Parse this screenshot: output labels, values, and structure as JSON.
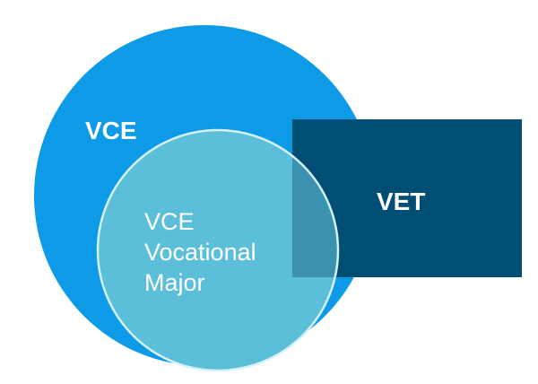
{
  "diagram": {
    "vce_label": "VCE",
    "vet_label": "VET",
    "vocational_major_label": {
      "line1": "VCE",
      "line2": "Vocational",
      "line3": "Major"
    }
  },
  "colors": {
    "vce_circle": "#0d9ae6",
    "vet_box": "#004e74",
    "vocational_major_circle": "#5cbfd9",
    "overlap": "#3a92b0",
    "outline": "#d6f1f8",
    "text": "#ffffff"
  }
}
